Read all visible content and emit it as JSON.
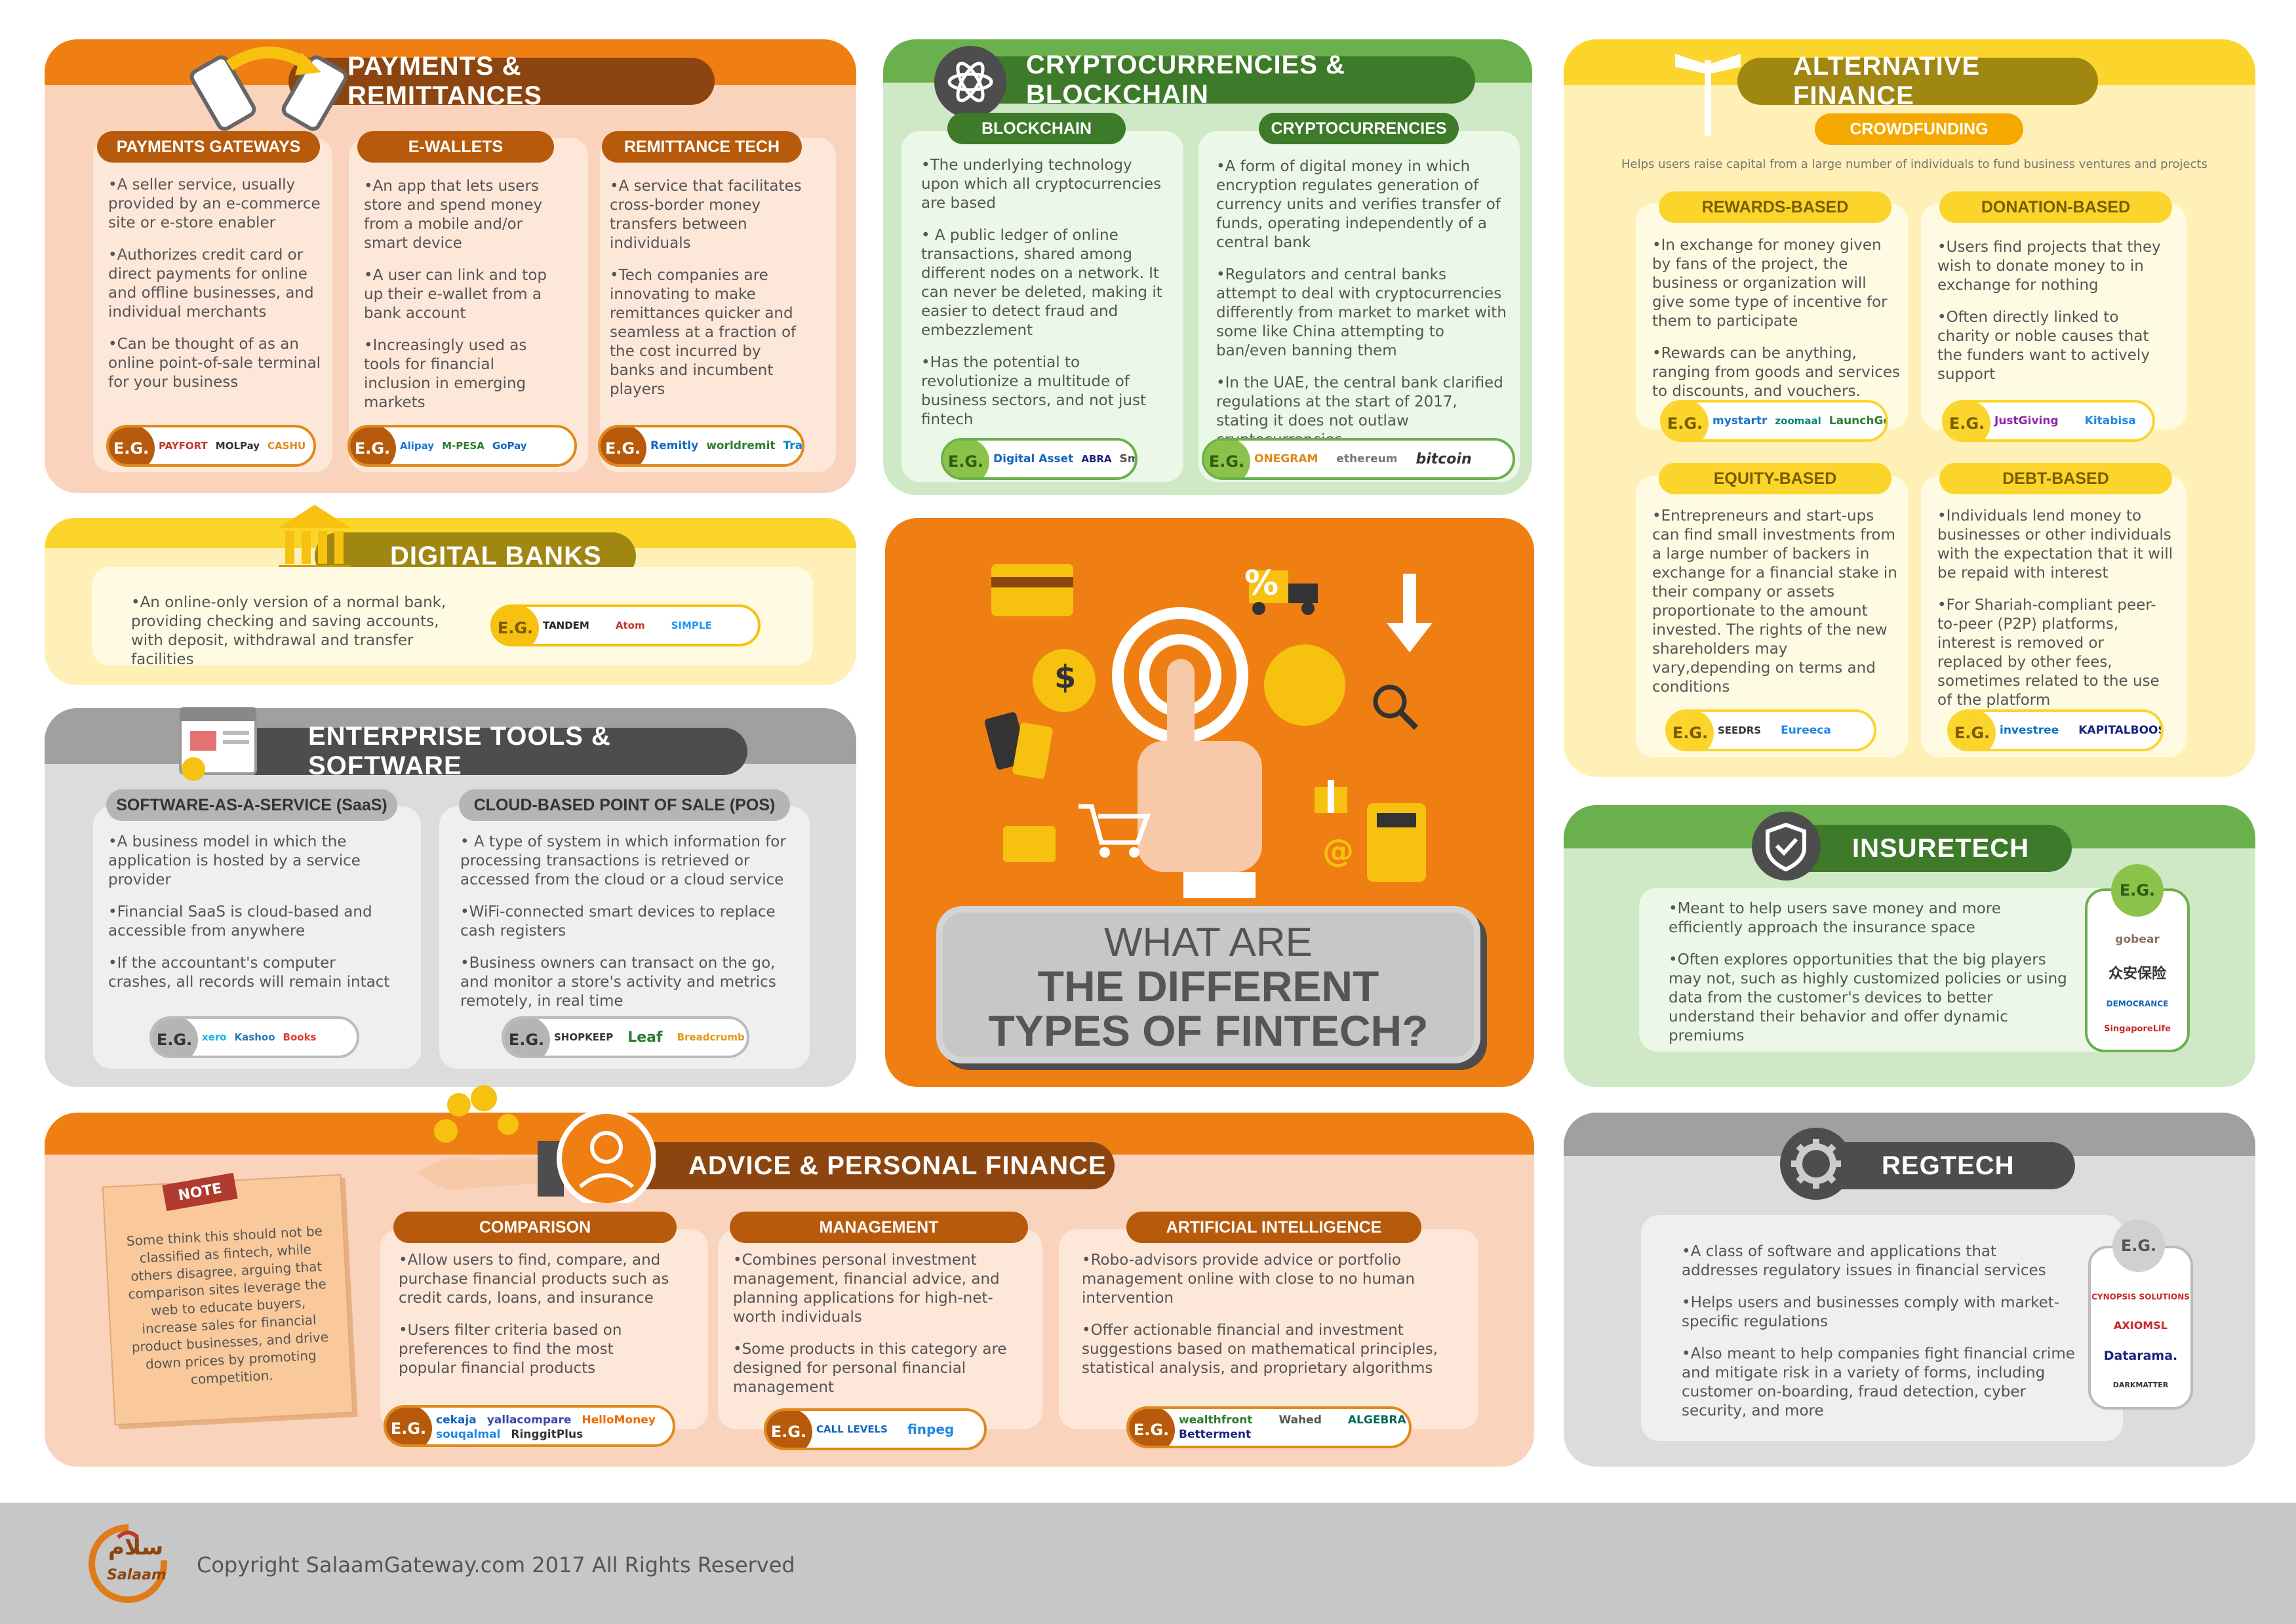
{
  "payments": {
    "title": "PAYMENTS & REMITTANCES",
    "gateways": {
      "title": "PAYMENTS GATEWAYS",
      "bullets": [
        "A seller service, usually provided by an e-commerce site or e-store enabler",
        "Authorizes credit card or direct payments for online and offline businesses, and individual merchants",
        "Can be thought of as an online point-of-sale terminal for your business"
      ],
      "eg": "E.G.",
      "logos": [
        "PAYFORT",
        "MOLPay",
        "CASHU"
      ]
    },
    "ewallets": {
      "title": "E-WALLETS",
      "bullets": [
        "An app that lets users store and spend money from a mobile and/or smart device",
        "A user can link and top up their e-wallet from a bank account",
        "Increasingly used as tools for financial inclusion in emerging markets"
      ],
      "eg": "E.G.",
      "logos": [
        "Alipay",
        "M-PESA",
        "GoPay"
      ]
    },
    "remittance": {
      "title": "REMITTANCE TECH",
      "bullets": [
        "A service that facilitates cross-border money transfers between individuals",
        "Tech companies are innovating to make remittances quicker and seamless at a fraction of the cost incurred by banks and incumbent players"
      ],
      "eg": "E.G.",
      "logos": [
        "Remitly",
        "worldremit",
        "TransferWise"
      ]
    }
  },
  "digital_banks": {
    "title": "DIGITAL BANKS",
    "bullets": [
      "An online-only version of a normal bank, providing checking and saving accounts, with deposit, withdrawal and transfer facilities"
    ],
    "eg": "E.G.",
    "logos": [
      "TANDEM",
      "Atom",
      "SIMPLE"
    ]
  },
  "enterprise": {
    "title": "ENTERPRISE TOOLS & SOFTWARE",
    "saas": {
      "title": "SOFTWARE-AS-A-SERVICE (SaaS)",
      "bullets": [
        "A business model in which the application is hosted by a service provider",
        "Financial SaaS is cloud-based and accessible from anywhere",
        "If the accountant's computer crashes, all records will remain intact"
      ],
      "eg": "E.G.",
      "logos": [
        "xero",
        "Kashoo",
        "Books"
      ]
    },
    "pos": {
      "title": "CLOUD-BASED POINT OF SALE (POS)",
      "bullets": [
        " A type of system in which information for processing transactions is retrieved or accessed from the cloud or a cloud service",
        "WiFi-connected smart devices to replace cash registers",
        "Business owners can transact on the go, and monitor a store's activity and metrics remotely, in real time"
      ],
      "eg": "E.G.",
      "logos": [
        "SHOPKEEP",
        "Leaf",
        "Breadcrumb"
      ]
    }
  },
  "crypto": {
    "title": "CRYPTOCURRENCIES & BLOCKCHAIN",
    "blockchain": {
      "title": "BLOCKCHAIN",
      "bullets": [
        "The underlying technology upon which all cryptocurrencies are based",
        " A public ledger of online transactions, shared among different nodes on a network. It can never be deleted, making it easier to detect fraud and embezzlement",
        "Has the potential to revolutionize a multitude of business sectors, and not just fintech"
      ],
      "eg": "E.G.",
      "logos": [
        "Digital Asset",
        "ABRA",
        "Smart Contract"
      ]
    },
    "cryptocurrencies": {
      "title": "CRYPTOCURRENCIES",
      "bullets": [
        "A form of digital money in which encryption regulates generation of currency units and verifies transfer of funds, operating independently of a central bank",
        "Regulators and central banks attempt to deal with cryptocurrencies differently from market to market with some like China attempting to ban/even banning them",
        "In the UAE, the central bank clarified regulations at the start of 2017, stating it does not outlaw cryptocurrencies"
      ],
      "eg": "E.G.",
      "logos": [
        "ONEGRAM",
        "ethereum",
        "bitcoin"
      ]
    }
  },
  "center": {
    "line1": "WHAT ARE",
    "line2": "THE DIFFERENT",
    "line3": "TYPES OF FINTECH?",
    "percent": "%",
    "dollar": "$",
    "at": "@"
  },
  "alt_finance": {
    "title": "ALTERNATIVE FINANCE",
    "crowdfunding": "CROWDFUNDING",
    "desc": "Helps users raise capital from a large number of individuals to fund business ventures and projects",
    "rewards": {
      "title": "REWARDS-BASED",
      "bullets": [
        "In exchange for money given by fans of the project, the business or organization will give some type of incentive for them to participate",
        "Rewards can be anything, ranging from goods and services to discounts, and vouchers."
      ],
      "eg": "E.G.",
      "logos": [
        "mystartr",
        "zoomaal",
        "LaunchGood"
      ]
    },
    "donation": {
      "title": "DONATION-BASED",
      "bullets": [
        "Users find projects that they wish to donate money to in exchange for nothing",
        "Often directly linked to charity or noble causes that the funders want to actively support"
      ],
      "eg": "E.G.",
      "logos": [
        "JustGiving",
        "Kitabisa"
      ]
    },
    "equity": {
      "title": "EQUITY-BASED",
      "bullets": [
        "Entrepreneurs and start-ups can find small investments from a large number of backers in exchange for a financial stake in their company or assets proportionate to the amount invested. The rights of the new shareholders may vary,depending on terms and conditions"
      ],
      "eg": "E.G.",
      "logos": [
        "SEEDRS",
        "Eureeca"
      ]
    },
    "debt": {
      "title": "DEBT-BASED",
      "bullets": [
        "Individuals lend money to businesses or other individuals with the expectation that it will be repaid with interest",
        "For Shariah-compliant peer-to-peer (P2P) platforms, interest is removed or replaced by other fees, sometimes related to the use of the platform"
      ],
      "eg": "E.G.",
      "logos": [
        "investree",
        "KAPITALBOOST"
      ]
    }
  },
  "insuretech": {
    "title": "INSURETECH",
    "bullets": [
      "Meant to help users save money and more efficiently approach the insurance space",
      "Often explores opportunities that the big players may not, such as highly customized policies or using data from the customer's devices to better understand their behavior and offer dynamic premiums"
    ],
    "eg": "E.G.",
    "logos": [
      "gobear",
      "众安保险",
      "DEMOCRANCE",
      "SingaporeLife"
    ]
  },
  "advice": {
    "title": "ADVICE & PERSONAL FINANCE",
    "note_label": "NOTE",
    "note_text": "Some think this should not be classified as fintech, while others disagree, arguing that comparison sites leverage the web to educate buyers, increase sales for financial product businesses, and drive down prices by promoting competition.",
    "comparison": {
      "title": "COMPARISON",
      "bullets": [
        "Allow users to find, compare, and purchase financial products such as credit cards, loans, and insurance",
        "Users filter criteria based on preferences to find the most popular financial products"
      ],
      "eg": "E.G.",
      "logos": [
        "cekaja",
        "yallacompare",
        "HelloMoney",
        "souqalmal",
        "RinggitPlus"
      ]
    },
    "management": {
      "title": "MANAGEMENT",
      "bullets": [
        "Combines personal investment management, financial advice, and planning applications for high-net-worth individuals",
        "Some products in this category are designed for personal financial management"
      ],
      "eg": "E.G.",
      "logos": [
        "CALL LEVELS",
        "finpeg"
      ]
    },
    "ai": {
      "title": "ARTIFICIAL INTELLIGENCE",
      "bullets": [
        "Robo-advisors provide advice or portfolio management online with close to no human intervention",
        "Offer actionable financial and investment suggestions based on mathematical principles, statistical analysis, and proprietary algorithms"
      ],
      "eg": "E.G.",
      "logos": [
        "wealthfront",
        "Wahed",
        "ALGEBRA",
        "Betterment"
      ]
    }
  },
  "regtech": {
    "title": "REGTECH",
    "bullets": [
      "A class of software and applications that addresses regulatory issues in financial services",
      "Helps users and businesses comply with market-specific regulations",
      "Also meant to help companies fight financial crime and mitigate risk in a variety of forms, including customer on-boarding, fraud detection, cyber security, and more"
    ],
    "eg": "E.G.",
    "logos": [
      "CYNOPSIS SOLUTIONS",
      "AXIOMSL",
      "Datarama.",
      "DARKMATTER"
    ]
  },
  "footer": {
    "copyright": "Copyright SalaamGateway.com 2017 All Rights Reserved",
    "logo_text": "Salaam",
    "logo_arabic": "سلام"
  }
}
